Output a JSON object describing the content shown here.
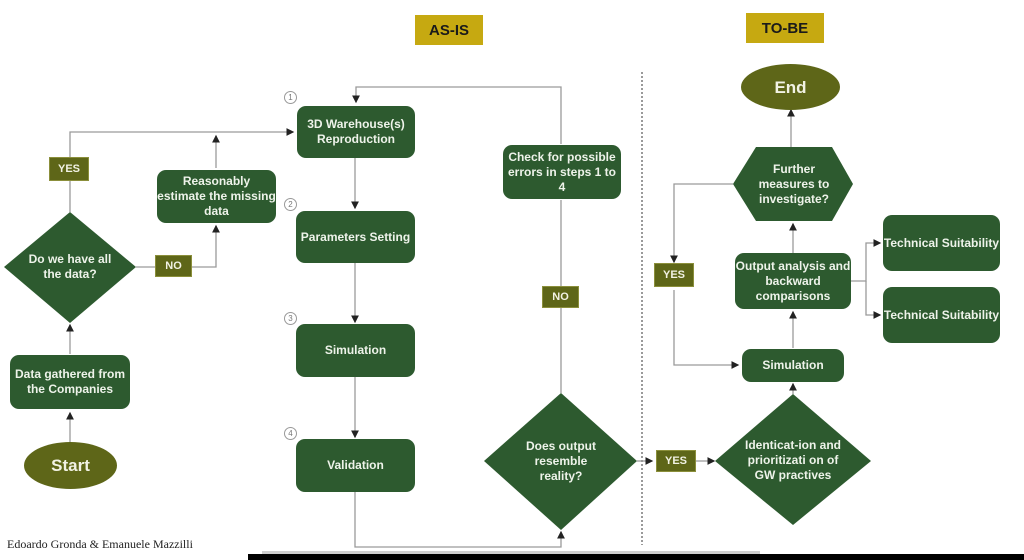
{
  "headers": {
    "as_is": "AS-IS",
    "to_be": "TO-BE"
  },
  "colors": {
    "box": "#2d5a2f",
    "oval": "#5e6618",
    "tag": "#5e6618",
    "header": "#c6a911",
    "line": "#9a9a9a"
  },
  "as_is": {
    "start": "Start",
    "data_gathered": "Data gathered from the Companies",
    "do_we_have_data": "Do we have all the data?",
    "yes_tag": "YES",
    "no_tag": "NO",
    "estimate": "Reasonably estimate the missing data",
    "steps": [
      {
        "num": "1",
        "label": "3D Warehouse(s) Reproduction"
      },
      {
        "num": "2",
        "label": "Parameters Setting"
      },
      {
        "num": "3",
        "label": "Simulation"
      },
      {
        "num": "4",
        "label": "Validation"
      }
    ],
    "check_errors": "Check for possible errors in steps 1 to 4",
    "no_tag2": "NO",
    "resemble": "Does output resemble reality?"
  },
  "to_be": {
    "yes_tag": "YES",
    "identification": "Identicat-ion and prioritizati on of GW practives",
    "simulation": "Simulation",
    "output_analysis": "Output analysis and backward comparisons",
    "technical_1": "Technical Suitability",
    "technical_2": "Technical Suitability",
    "further": "Further measures to investigate?",
    "yes_tag2": "YES",
    "end": "End"
  },
  "credit": "Edoardo Gronda & Emanuele Mazzilli"
}
